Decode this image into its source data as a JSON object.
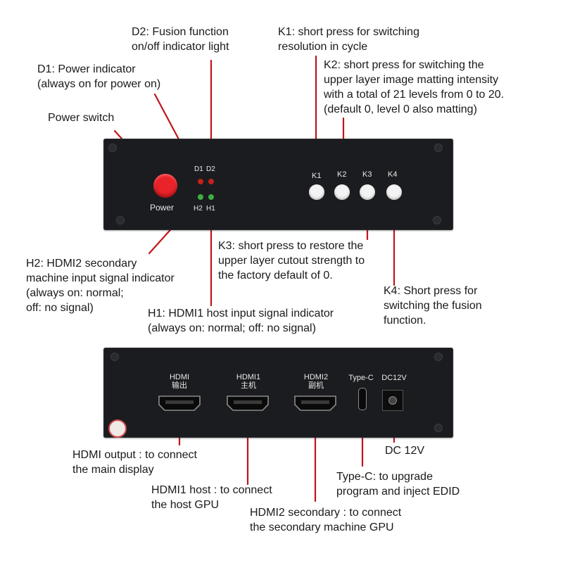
{
  "labels": {
    "d2": "D2: Fusion function\non/off indicator light",
    "k1": "K1: short press for switching\nresolution in cycle",
    "d1": "D1: Power indicator\n(always on for power on)",
    "k2": "K2: short press for switching the\nupper layer image matting intensity\nwith a total of 21 levels from 0 to 20.\n(default 0, level 0 also matting)",
    "power_switch": "Power switch",
    "h2": "H2: HDMI2 secondary\nmachine input signal indicator\n(always on: normal;\noff: no signal)",
    "k3": "K3: short press to restore the\nupper layer cutout strength to\nthe factory default of 0.",
    "k4": "K4: Short press for\nswitching the fusion\nfunction.",
    "h1": "H1: HDMI1 host input signal indicator\n(always on: normal; off: no signal)",
    "hdmi_output": "HDMI output : to connect\nthe main display",
    "dc12v": "DC 12V",
    "typec": "Type-C: to upgrade\nprogram and inject EDID",
    "hdmi1_host": "HDMI1 host : to connect\nthe host GPU",
    "hdmi2_secondary": "HDMI2 secondary : to connect\nthe secondary machine GPU"
  },
  "front_panel": {
    "power_label": "Power",
    "d1": "D1",
    "d2": "D2",
    "h2": "H2",
    "h1": "H1",
    "k1": "K1",
    "k2": "K2",
    "k3": "K3",
    "k4": "K4"
  },
  "rear_panel": {
    "hdmi_out": "HDMI\n输出",
    "hdmi1": "HDMI1\n主机",
    "hdmi2": "HDMI2\n副机",
    "typec": "Type-C",
    "dc": "DC12V"
  },
  "colors": {
    "panel": "#1b1c1f",
    "power_button": "#e8232a",
    "led_red": "#c4211d",
    "led_green": "#3cb043",
    "leader_line": "#c0151b"
  }
}
